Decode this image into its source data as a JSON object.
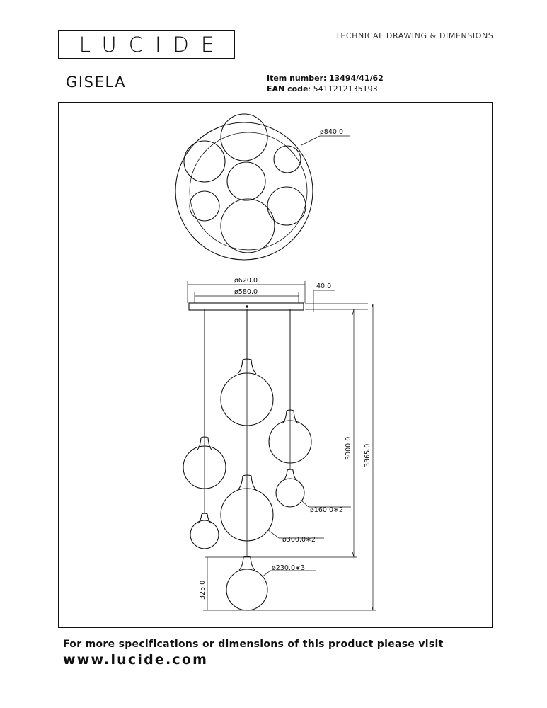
{
  "header": {
    "logo_text": "LUCIDE",
    "doc_title": "TECHNICAL DRAWING & DIMENSIONS",
    "product_name": "GISELA",
    "item_number_label": "Item number:",
    "item_number_value": "13494/41/62",
    "ean_label": "EAN code",
    "ean_value": ": 5411212135193"
  },
  "dimensions": {
    "top_view_diameter": "ø840.0",
    "canopy_outer": "ø620.0",
    "canopy_inner": "ø580.0",
    "canopy_height": "40.0",
    "cable_length": "3000.0",
    "total_height": "3365.0",
    "lowest_drop": "325.0",
    "small_globe": "ø160.0∗2",
    "large_globe": "ø300.0∗2",
    "medium_globe": "ø230.0∗3"
  },
  "footer": {
    "line1": "For more specifications or dimensions of this product please visit",
    "line2": "www.lucide.com"
  },
  "colors": {
    "ink": "#111111",
    "background": "#ffffff"
  }
}
